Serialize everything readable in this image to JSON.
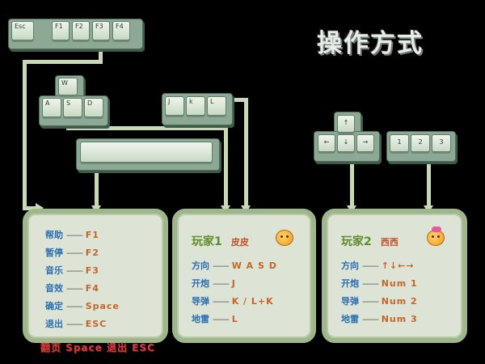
{
  "title": "操作方式",
  "keys": {
    "esc": "Esc",
    "f1": "F1",
    "f2": "F2",
    "f3": "F3",
    "f4": "F4",
    "w": "W",
    "a": "A",
    "s": "S",
    "d": "D",
    "j": "J",
    "k": "k",
    "l": "L",
    "up": "↑",
    "left": "←",
    "down": "↓",
    "right": "→",
    "num1": "1",
    "num2": "2",
    "num3": "3"
  },
  "panel_system": {
    "rows": [
      {
        "label": "帮助",
        "dash": "——",
        "value": "F1"
      },
      {
        "label": "暂停",
        "dash": "——",
        "value": "F2"
      },
      {
        "label": "音乐",
        "dash": "——",
        "value": "F3"
      },
      {
        "label": "音效",
        "dash": "——",
        "value": "F4"
      },
      {
        "label": "确定",
        "dash": "——",
        "value": "Space"
      },
      {
        "label": "退出",
        "dash": "——",
        "value": "ESC"
      }
    ]
  },
  "panel_player1": {
    "title": "玩家1",
    "name": "皮皮",
    "rows": [
      {
        "label": "方向",
        "dash": "——",
        "value": "W A S D"
      },
      {
        "label": "开炮",
        "dash": "——",
        "value": "J"
      },
      {
        "label": "导弹",
        "dash": "——",
        "value": "K  /  L+K"
      },
      {
        "label": "地雷",
        "dash": "——",
        "value": "L"
      }
    ]
  },
  "panel_player2": {
    "title": "玩家2",
    "name": "西西",
    "rows": [
      {
        "label": "方向",
        "dash": "——",
        "value": "↑↓←→"
      },
      {
        "label": "开炮",
        "dash": "——",
        "value": "Num 1"
      },
      {
        "label": "导弹",
        "dash": "——",
        "value": "Num 2"
      },
      {
        "label": "地雷",
        "dash": "——",
        "value": "Num 3"
      }
    ]
  },
  "footer_hint": "翻页 Space 退出 ESC",
  "colors": {
    "background": "#000000",
    "panel_fill": "#dde4d5",
    "panel_border": "#9fb58c",
    "label_blue": "#2b6fb1",
    "value_orange": "#c4652a",
    "title_green": "#5e8d2c",
    "hint_red": "#d33a3a"
  }
}
